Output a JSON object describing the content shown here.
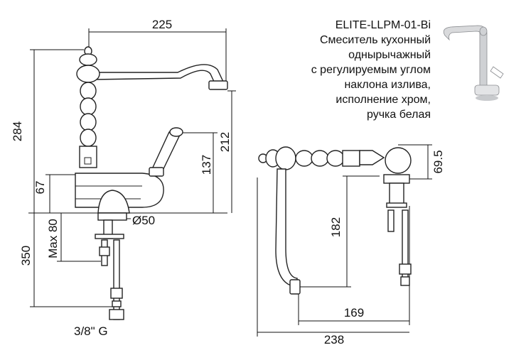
{
  "product": {
    "code": "ELITE-LLPM-01-Bi",
    "description_lines": [
      "Смеситель кухонный",
      "однырычажный",
      "с регулируемым углом",
      "наклона излива,",
      "исполнение хром,",
      "ручка белая"
    ]
  },
  "dimensions": {
    "spout_reach": "225",
    "total_height": "284",
    "spout_height": "212",
    "handle_height": "137",
    "body_height": "67",
    "base_diameter": "Ø50",
    "max_mount_thickness": "Max 80",
    "hose_length": "350",
    "connection": "3/8\" G",
    "side_height": "69.5",
    "side_drop": "182",
    "side_depth": "169",
    "side_total": "238"
  },
  "icons": {
    "thumbnail": "faucet-thumbnail-icon"
  }
}
